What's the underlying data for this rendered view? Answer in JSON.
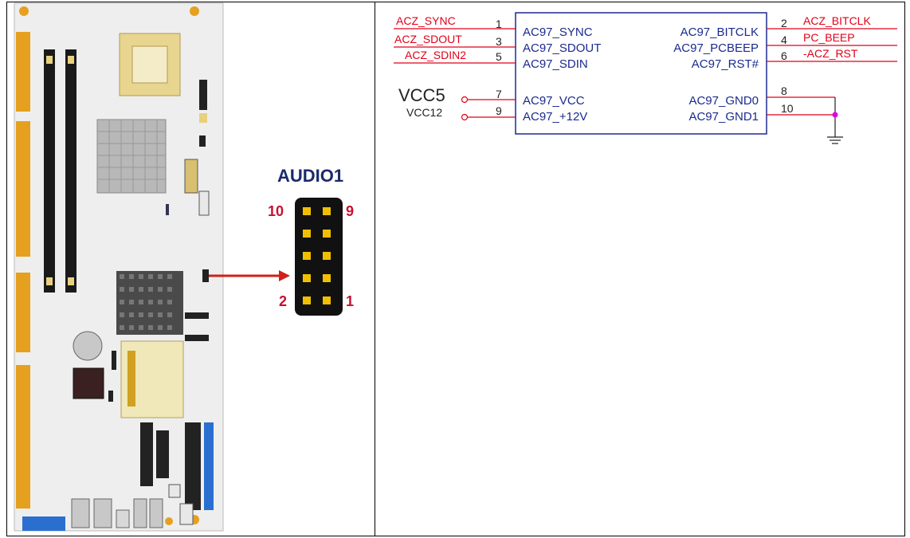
{
  "connector": {
    "title": "AUDIO1",
    "pin_labels": {
      "top_left": "10",
      "top_right": "9",
      "bottom_left": "2",
      "bottom_right": "1"
    }
  },
  "schematic": {
    "left_pins": [
      {
        "net": "ACZ_SYNC",
        "pin": "1",
        "name": "AC97_SYNC"
      },
      {
        "net": "ACZ_SDOUT",
        "pin": "3",
        "name": "AC97_SDOUT"
      },
      {
        "net": "ACZ_SDIN2",
        "pin": "5",
        "name": "AC97_SDIN"
      },
      {
        "net": "VCC5",
        "pin": "7",
        "name": "AC97_VCC"
      },
      {
        "net": "VCC12",
        "pin": "9",
        "name": "AC97_+12V"
      }
    ],
    "right_pins": [
      {
        "net": "ACZ_BITCLK",
        "pin": "2",
        "name": "AC97_BITCLK"
      },
      {
        "net": "PC_BEEP",
        "pin": "4",
        "name": "AC97_PCBEEP"
      },
      {
        "net": "-ACZ_RST",
        "pin": "6",
        "name": "AC97_RST#"
      },
      {
        "net": "",
        "pin": "8",
        "name": "AC97_GND0"
      },
      {
        "net": "",
        "pin": "10",
        "name": "AC97_GND1"
      }
    ]
  },
  "colors": {
    "net_red": "#e0001a",
    "box_blue": "#1a2a8f",
    "junction": "#e000e0",
    "pcb_gold": "#e5a020"
  }
}
